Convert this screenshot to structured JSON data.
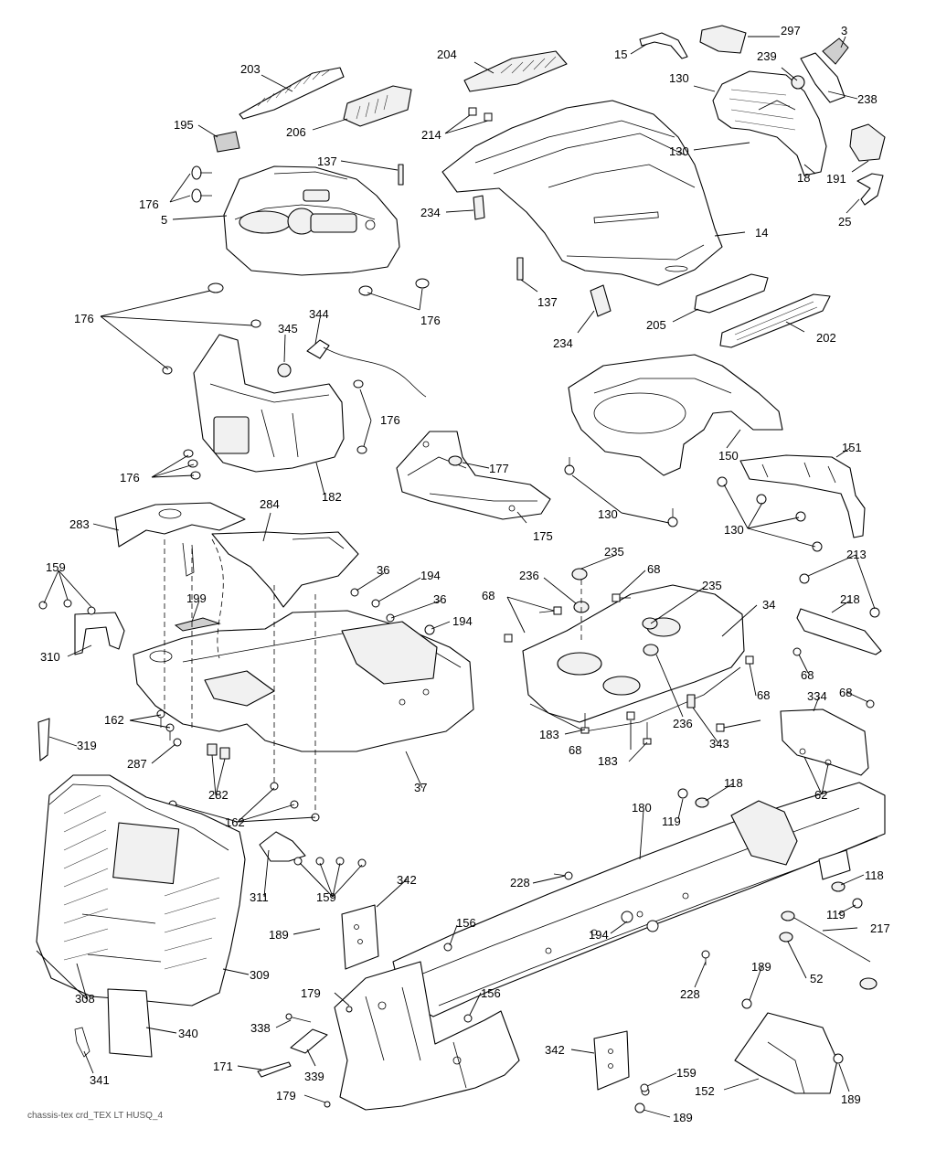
{
  "footer": "chassis-tex crd_TEX LT HUSQ_4",
  "labels": {
    "l297": "297",
    "l3": "3",
    "l15": "15",
    "l204": "204",
    "l239": "239",
    "l130a": "130",
    "l238": "238",
    "l203": "203",
    "l214": "214",
    "l130b": "130",
    "l195": "195",
    "l206": "206",
    "l191": "191",
    "l18": "18",
    "l137a": "137",
    "l176a": "176",
    "l25": "25",
    "l5": "5",
    "l234a": "234",
    "l14": "14",
    "l137b": "137",
    "l176b": "176",
    "l176c": "176",
    "l205": "205",
    "l234b": "234",
    "l202": "202",
    "l344": "344",
    "l345": "345",
    "l176d": "176",
    "l150": "150",
    "l151": "151",
    "l177": "177",
    "l176e": "176",
    "l182": "182",
    "l130c": "130",
    "l175": "175",
    "l130d": "130",
    "l284": "284",
    "l283": "283",
    "l235a": "235",
    "l213": "213",
    "l36a": "36",
    "l194a": "194",
    "l236a": "236",
    "l68a": "68",
    "l159a": "159",
    "l68b": "68",
    "l235b": "235",
    "l36b": "36",
    "l218": "218",
    "l199": "199",
    "l34": "34",
    "l194b": "194",
    "l310": "310",
    "l68c": "68",
    "l68d": "68",
    "l68e": "68",
    "l334": "334",
    "l162a": "162",
    "l236b": "236",
    "l319": "319",
    "l183a": "183",
    "l343": "343",
    "l287": "287",
    "l68f": "68",
    "l183b": "183",
    "l37": "37",
    "l62": "62",
    "l282": "282",
    "l118a": "118",
    "l180": "180",
    "l119a": "119",
    "l162b": "162",
    "l311": "311",
    "l159b": "159",
    "l342a": "342",
    "l228a": "228",
    "l118b": "118",
    "l156a": "156",
    "l189a": "189",
    "l194c": "194",
    "l119b": "119",
    "l217": "217",
    "l309": "309",
    "l308": "308",
    "l52": "52",
    "l179a": "179",
    "l156b": "156",
    "l228b": "228",
    "l189b": "189",
    "l338": "338",
    "l340": "340",
    "l342b": "342",
    "l171": "171",
    "l339": "339",
    "l159c": "159",
    "l341": "341",
    "l152": "152",
    "l179b": "179",
    "l189c": "189",
    "l189d": "189"
  }
}
